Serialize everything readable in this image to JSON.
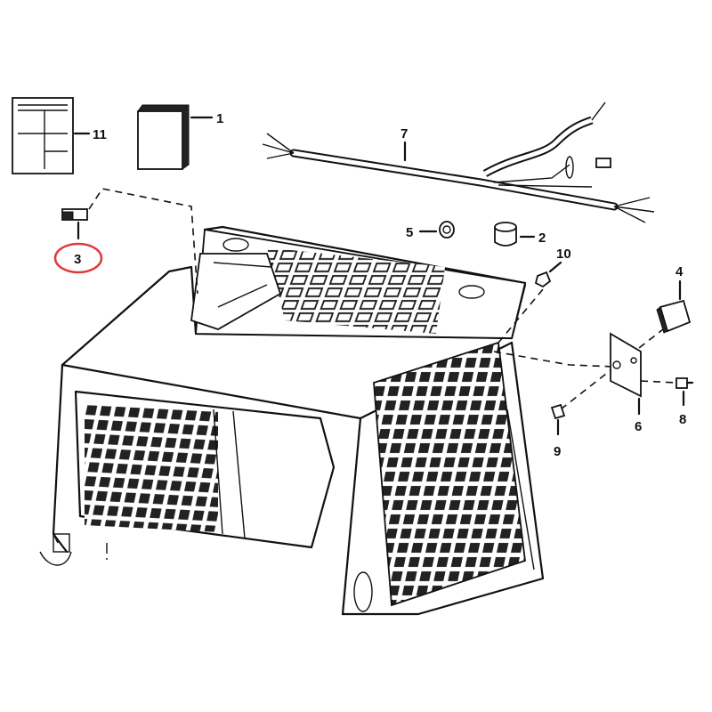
{
  "callouts": {
    "c1": "1",
    "c2": "2",
    "c3": "3",
    "c4": "4",
    "c5": "5",
    "c6": "6",
    "c7": "7",
    "c8": "8",
    "c9": "9",
    "c10": "10",
    "c11": "11"
  },
  "highlight": {
    "callout": "3",
    "color": "#e03a3a"
  }
}
